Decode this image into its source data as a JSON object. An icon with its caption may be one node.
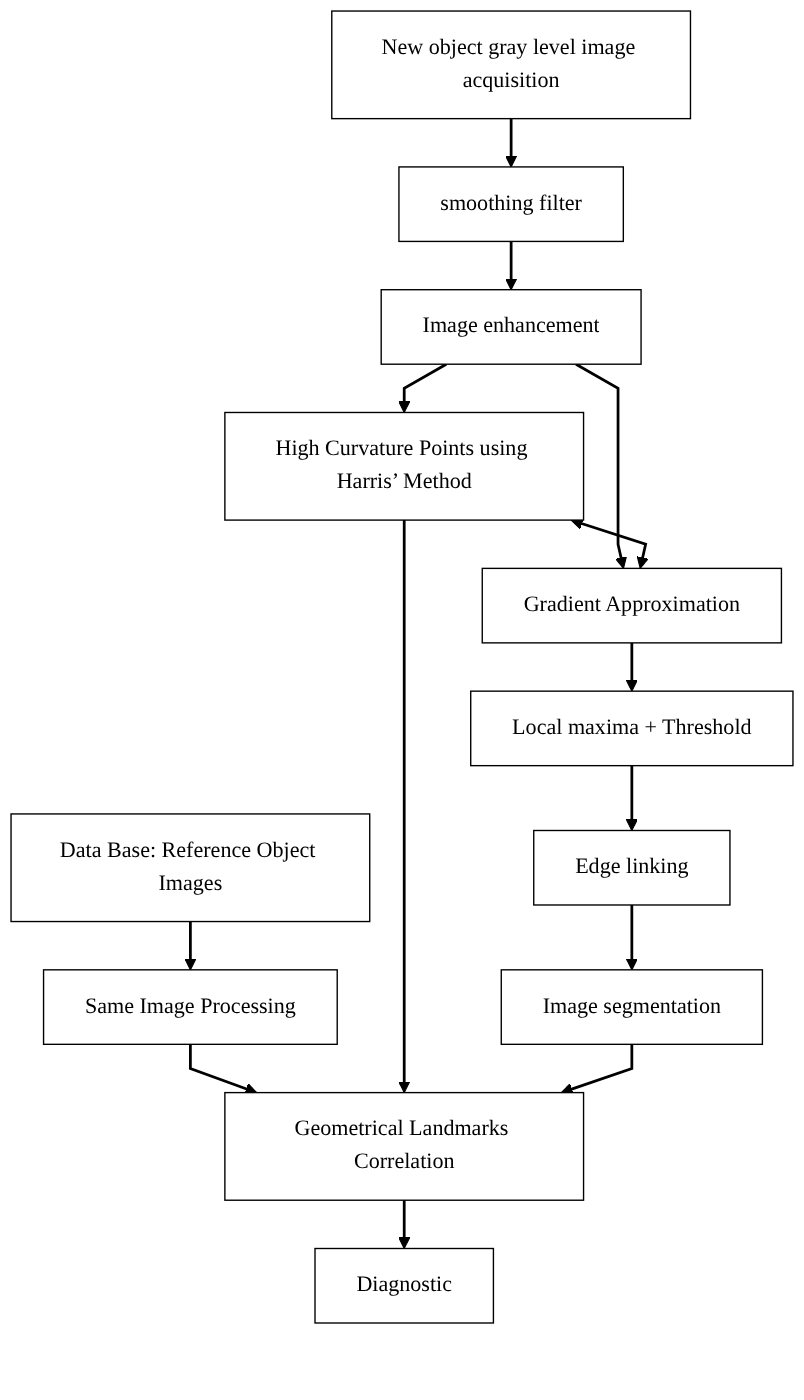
{
  "diagram": {
    "nodes": [
      {
        "text": [
          "Data Base: Reference Object Images"
        ]
      },
      {
        "text": [
          "New object gray level image acquisition"
        ]
      },
      {
        "text": [
          "smoothing filter"
        ]
      },
      {
        "text": [
          "Same Image Processing"
        ]
      },
      {
        "text": [
          "Image enhancement"
        ]
      },
      {
        "text": [
          "High Curvature Points using Harris’ Method"
        ]
      },
      {
        "text": [
          "Gradient Approximation"
        ]
      },
      {
        "text": [
          "Local maxima + Threshold"
        ]
      },
      {
        "text": [
          "Edge linking"
        ]
      },
      {
        "text": [
          "Geometrical Landmarks Correlation"
        ]
      },
      {
        "text": [
          "Image segmentation"
        ]
      },
      {
        "text": [
          "Diagnostic"
        ]
      }
    ],
    "edges": [
      {
        "from": 0,
        "to": 3,
        "arrow": "to"
      },
      {
        "from": 1,
        "to": 2,
        "arrow": "to"
      },
      {
        "from": 2,
        "to": 4,
        "arrow": "to"
      },
      {
        "from": 4,
        "to": 5,
        "arrow": "to"
      },
      {
        "from": 4,
        "to": 6,
        "arrow": "to"
      },
      {
        "from": 5,
        "to": 6,
        "arrow": "both"
      },
      {
        "from": 3,
        "to": 9,
        "arrow": "to"
      },
      {
        "from": 5,
        "to": 9,
        "arrow": "to"
      },
      {
        "from": 6,
        "to": 7,
        "arrow": "to"
      },
      {
        "from": 7,
        "to": 8,
        "arrow": "to"
      },
      {
        "from": 8,
        "to": 10,
        "arrow": "to"
      },
      {
        "from": 10,
        "to": 9,
        "arrow": "to"
      },
      {
        "from": 9,
        "to": 11,
        "arrow": "to"
      }
    ]
  }
}
